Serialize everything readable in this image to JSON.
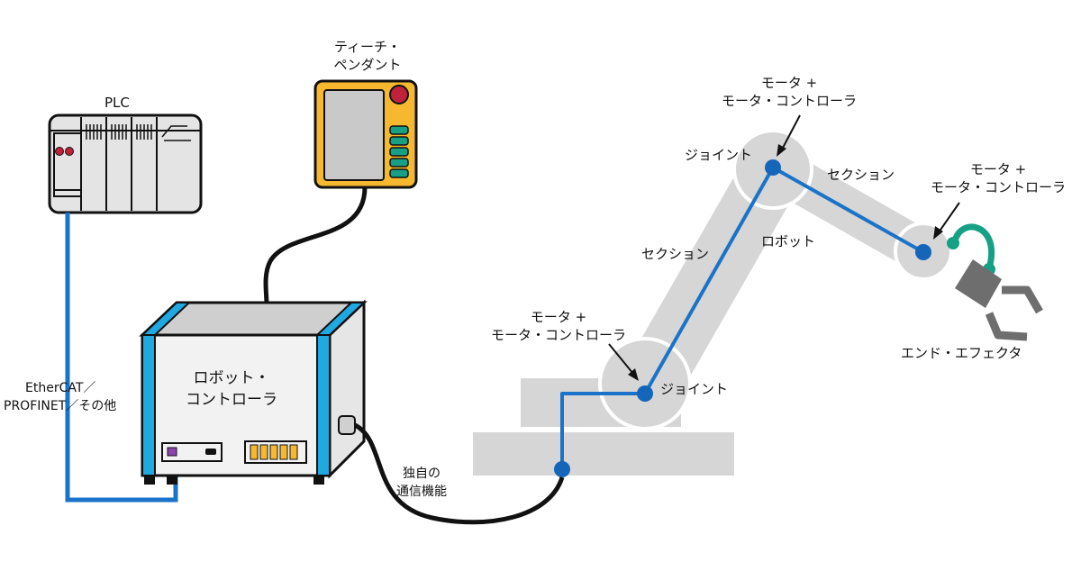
{
  "labels": {
    "plc": "PLC",
    "teach_pendant_line1": "ティーチ・",
    "teach_pendant_line2": "ペンダント",
    "robot_controller_line1": "ロボット・",
    "robot_controller_line2": "コントローラ",
    "fieldbus_line1": "EtherCAT／",
    "fieldbus_line2": "PROFINET／その他",
    "proprietary_comm_line1": "独自の",
    "proprietary_comm_line2": "通信機能",
    "motor_top_line1": "モータ +",
    "motor_top_line2": "モータ・コントローラ",
    "motor_right_line1": "モータ +",
    "motor_right_line2": "モータ・コントローラ",
    "motor_base_line1": "モータ +",
    "motor_base_line2": "モータ・コントローラ",
    "joint_top": "ジョイント",
    "joint_base": "ジョイント",
    "section_upper": "セクション",
    "section_lower": "セクション",
    "robot": "ロボット",
    "end_effector": "エンド・エフェクタ"
  },
  "colors": {
    "link_blue": "#1a73c8",
    "joint_blue": "#1565b8",
    "cable_black": "#111111",
    "robot_gray": "#d6d6d6",
    "pendant_yellow": "#f5b82e",
    "pendant_screen": "#c9c9c9",
    "pendant_button_green": "#16a085",
    "estop_red": "#c0223b",
    "controller_side_cyan": "#1fa9e0",
    "controller_face": "#f2f2f2",
    "controller_top": "#cfcfcf",
    "slot_yellow": "#f5b82e",
    "gripper_gray": "#6e6e6e",
    "gripper_green": "#16a085",
    "plc_gray": "#e4e4e4"
  },
  "icons": {
    "plc": "plc-rack-icon",
    "pendant": "teach-pendant-icon",
    "controller": "robot-controller-icon",
    "robot": "robot-arm-icon",
    "gripper": "gripper-icon"
  }
}
